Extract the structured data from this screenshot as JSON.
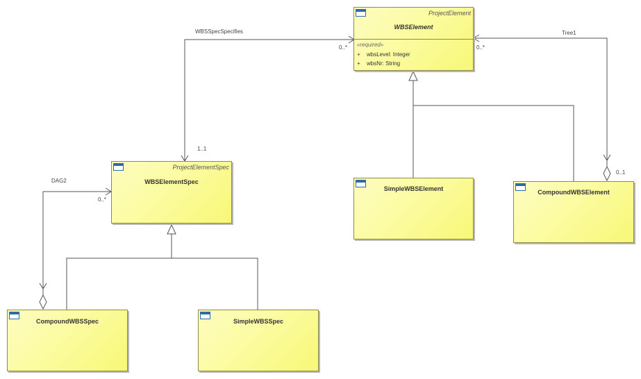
{
  "classes": {
    "wbs_element": {
      "stereotype": "ProjectElement",
      "name": "WBSElement",
      "tagged": "«required»",
      "attributes": [
        {
          "visibility": "+",
          "text": "wbsLevel: Integer"
        },
        {
          "visibility": "+",
          "text": "wbsNr: String"
        }
      ]
    },
    "wbs_element_spec": {
      "stereotype": "ProjectElementSpec",
      "name": "WBSElementSpec"
    },
    "simple_wbs_element": {
      "name": "SimpleWBSElement"
    },
    "compound_wbs_element": {
      "name": "CompoundWBSElement"
    },
    "compound_wbs_spec": {
      "name": "CompoundWBSSpec"
    },
    "simple_wbs_spec": {
      "name": "SimpleWBSSpec"
    }
  },
  "associations": {
    "wbs_spec_specifies": {
      "name": "WBSSpecSpecifies",
      "source_mult": "1..1",
      "target_mult": "0..*"
    },
    "tree1": {
      "name": "Tree1",
      "target_mult": "0..*",
      "source_mult": "0..1"
    },
    "dag2": {
      "name": "DAG2",
      "target_mult": "0..*"
    }
  },
  "colors": {
    "class_fill": "#fbfb9a",
    "class_border": "#8c8c46",
    "line": "#555555",
    "icon": "#2d6aa8"
  }
}
